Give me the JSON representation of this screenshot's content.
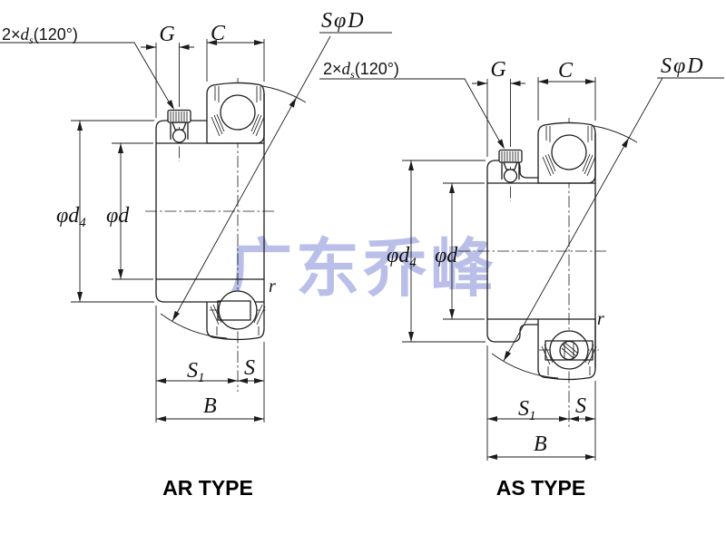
{
  "page": {
    "background": "#ffffff",
    "line_color": "#1c1c1c"
  },
  "watermark": {
    "text": "广东乔峰",
    "color": "#aeb4e6"
  },
  "dims": {
    "set_screw_prefix": "2×",
    "set_screw_d": "d",
    "set_screw_sub": "s",
    "set_screw_suffix": "(120°)",
    "sphere_dia": "SφD",
    "g": "G",
    "c": "C",
    "phi_d4_main": "φd",
    "phi_d4_sub": "4",
    "phi_d": "φd",
    "fillet_r": "r",
    "s1_main": "S",
    "s1_sub": "1",
    "s": "S",
    "b": "B"
  },
  "diagrams": [
    {
      "type_label": "AR TYPE"
    },
    {
      "type_label": "AS TYPE"
    }
  ]
}
